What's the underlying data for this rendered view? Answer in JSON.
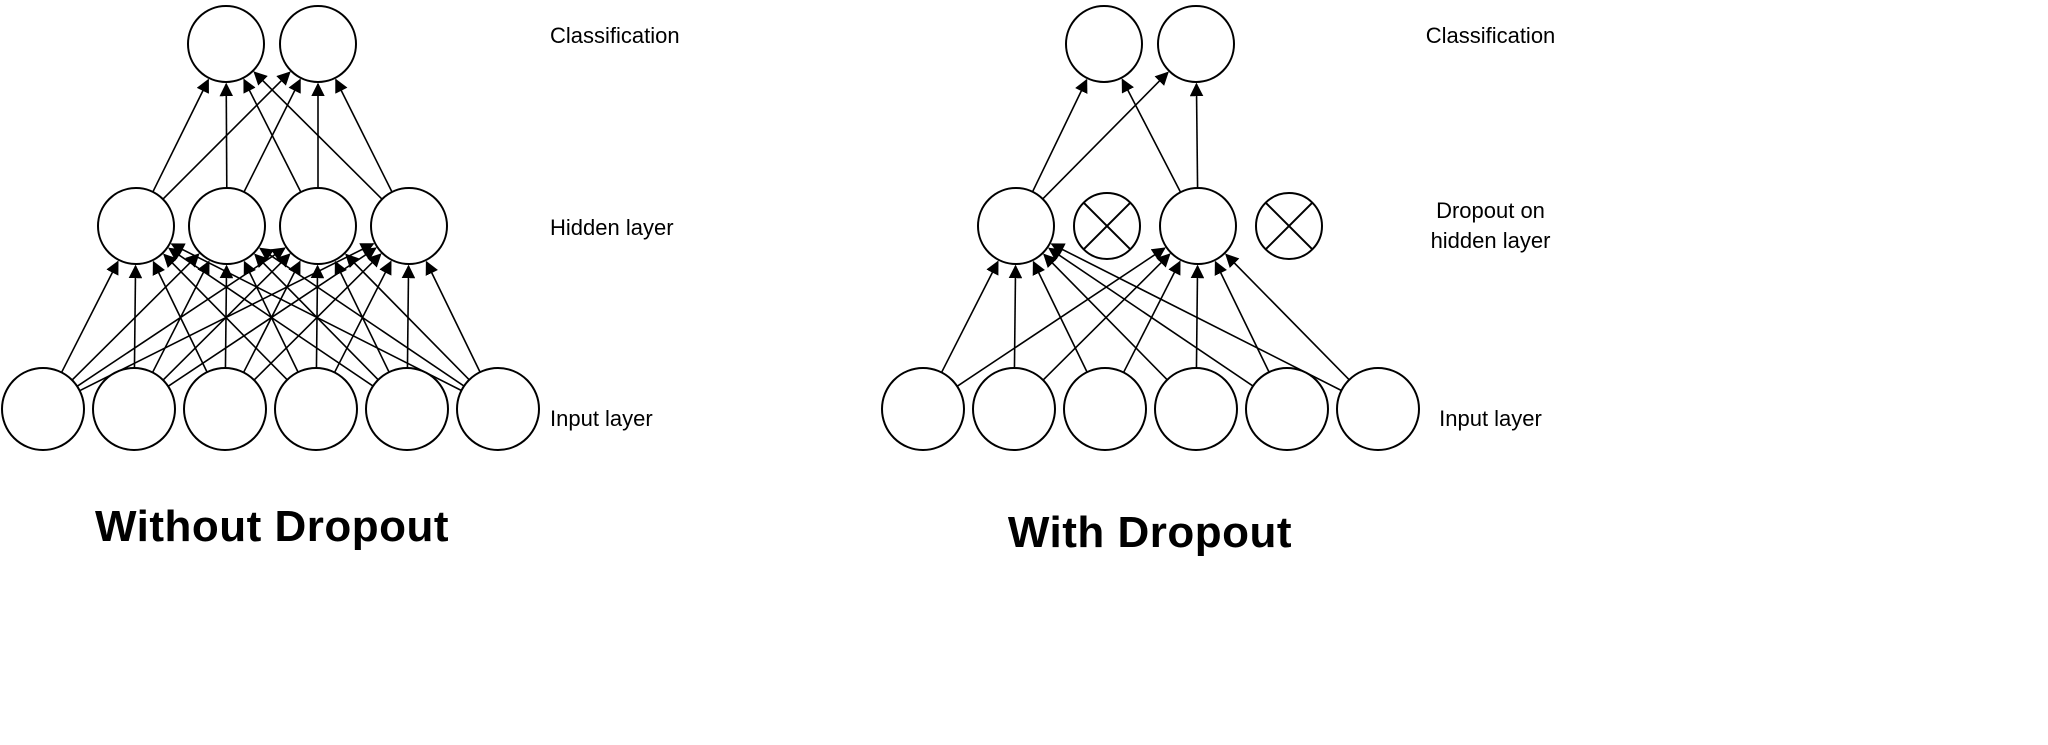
{
  "page": {
    "background": "#ffffff"
  },
  "style": {
    "node_fill": "#ffffff",
    "node_stroke": "#000000",
    "line_color": "#000000",
    "text_color": "#000000"
  },
  "panels": [
    {
      "title": "Without Dropout",
      "layer_labels": {
        "output": "Classification",
        "hidden": "Hidden layer",
        "input": "Input layer"
      },
      "layers": {
        "input_count": 6,
        "hidden_count": 4,
        "output_count": 2
      },
      "dropped_hidden_indices": [],
      "connection_rule": "fully-connected"
    },
    {
      "title": "With Dropout",
      "layer_labels": {
        "output": "Classification",
        "hidden": "Dropout on\nhidden layer",
        "input": "Input layer"
      },
      "layers": {
        "input_count": 6,
        "hidden_count": 4,
        "output_count": 2
      },
      "dropped_hidden_indices": [
        1,
        3
      ],
      "connection_rule": "skip-dropped-hidden-units"
    }
  ]
}
